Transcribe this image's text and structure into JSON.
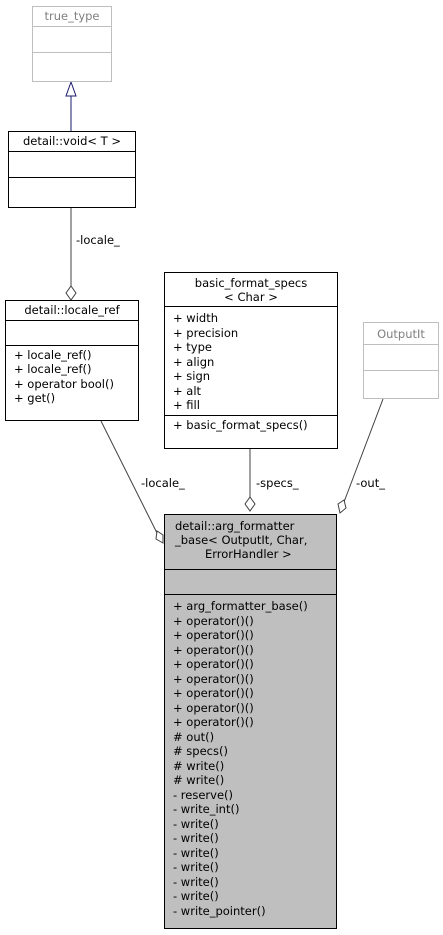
{
  "classes": {
    "true_type": {
      "title": [
        "true_type"
      ],
      "attributes": [],
      "methods": []
    },
    "void_t": {
      "title": [
        "detail::void< T >"
      ],
      "attributes": [],
      "methods": []
    },
    "locale_ref": {
      "title": [
        "detail::locale_ref"
      ],
      "attributes": [],
      "methods": [
        "+ locale_ref()",
        "+ locale_ref()",
        "+ operator bool()",
        "+ get()"
      ]
    },
    "basic_format_specs": {
      "title": [
        "basic_format_specs",
        "< Char >"
      ],
      "attributes": [
        "+ width",
        "+ precision",
        "+ type",
        "+ align",
        "+ sign",
        "+ alt",
        "+ fill"
      ],
      "methods": [
        "+ basic_format_specs()"
      ]
    },
    "output_it": {
      "title": [
        "OutputIt"
      ],
      "attributes": [],
      "methods": []
    },
    "arg_formatter_base": {
      "title": [
        "detail::arg_formatter",
        "_base< OutputIt, Char,",
        "ErrorHandler >"
      ],
      "attributes": [],
      "methods": [
        "+ arg_formatter_base()",
        "+ operator()()",
        "+ operator()()",
        "+ operator()()",
        "+ operator()()",
        "+ operator()()",
        "+ operator()()",
        "+ operator()()",
        "+ operator()()",
        "# out()",
        "# specs()",
        "# write()",
        "# write()",
        "- reserve()",
        "- write_int()",
        "- write()",
        "- write()",
        "- write()",
        "- write()",
        "- write()",
        "- write()",
        "- write_pointer()"
      ]
    }
  },
  "edges": {
    "void_to_locale_ref": "-locale_",
    "locale_ref_to_focus": "-locale_",
    "specs_to_focus": "-specs_",
    "out_to_focus": "-out_"
  }
}
